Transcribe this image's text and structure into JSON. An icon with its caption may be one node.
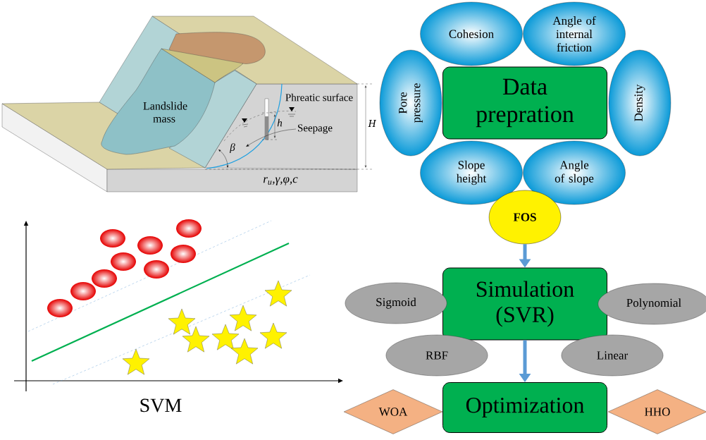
{
  "diagram": {
    "nodes": [
      {
        "text": [
          "Cohesion"
        ]
      },
      {
        "text": [
          "Angle of internal friction"
        ]
      },
      {
        "text": [
          "Pore pressure"
        ]
      },
      {
        "text": [
          "Data prepration"
        ]
      },
      {
        "text": [
          "Density"
        ]
      },
      {
        "text": [
          "Slope height"
        ]
      },
      {
        "text": [
          "Angle of slope"
        ]
      },
      {
        "text": [
          "FOS"
        ]
      },
      {
        "text": [
          "Simulation (SVR)"
        ]
      },
      {
        "text": [
          "Sigmoid"
        ]
      },
      {
        "text": [
          "Polynomial"
        ]
      },
      {
        "text": [
          "RBF"
        ]
      },
      {
        "text": [
          "Linear"
        ]
      },
      {
        "text": [
          "Optimization"
        ]
      },
      {
        "text": [
          "WOA"
        ]
      },
      {
        "text": [
          "HHO"
        ]
      }
    ],
    "edges": [
      {
        "from": 7,
        "to": 8,
        "arrow": "to",
        "color": "#5b9bd5"
      },
      {
        "from": 8,
        "to": 13,
        "arrow": "to",
        "color": "#5b9bd5"
      }
    ],
    "labels": [
      "Landslide mass",
      "Phreatic surface",
      "Seepage",
      "h",
      "H",
      "β",
      "r$_{u}$,γ,φ,c",
      "SVM"
    ]
  }
}
